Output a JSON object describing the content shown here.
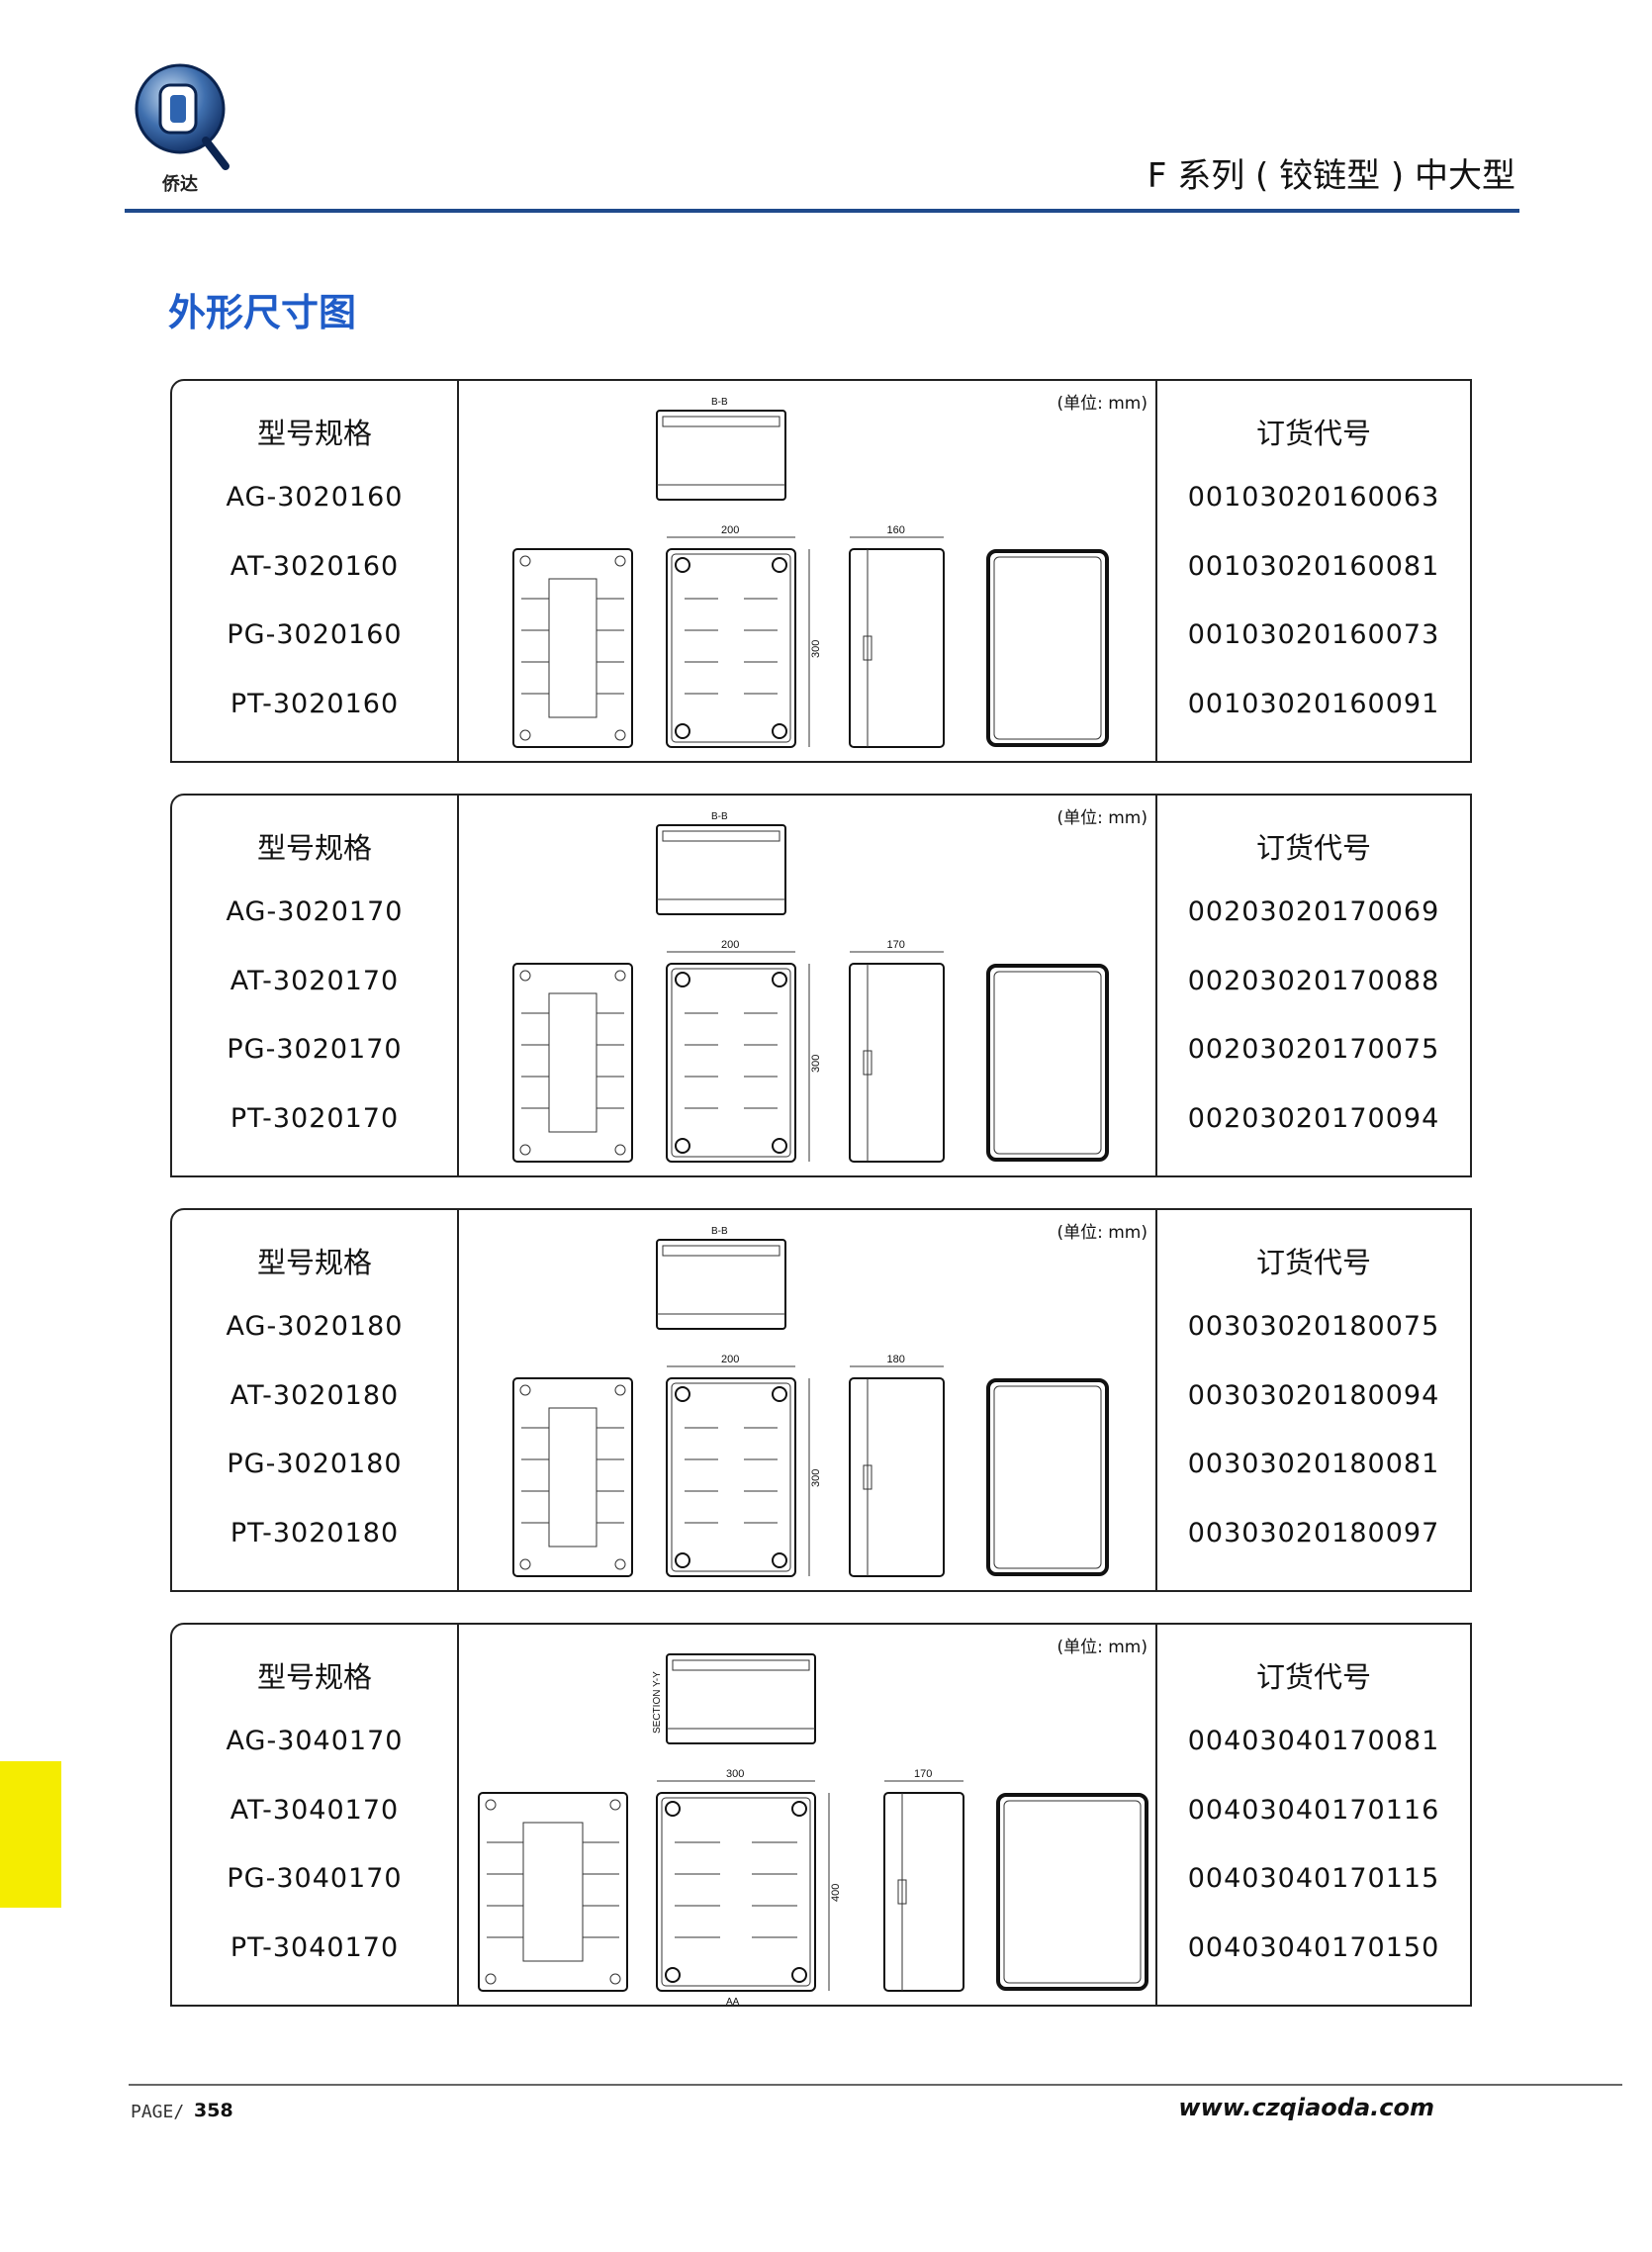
{
  "header": {
    "series_title": "F 系列 ( 铰链型 ) 中大型",
    "logo_text": "侨达"
  },
  "section_heading": "外形尺寸图",
  "labels": {
    "model_header": "型号规格",
    "order_header": "订货代号",
    "unit": "(单位: mm)"
  },
  "panels": [
    {
      "models": [
        "AG-3020160",
        "AT-3020160",
        "PG-3020160",
        "PT-3020160"
      ],
      "codes": [
        "00103020160063",
        "00103020160081",
        "00103020160073",
        "00103020160091"
      ],
      "section_label": "B-B",
      "width_dim": "200",
      "height_dim": "300",
      "depth_dim": "160"
    },
    {
      "models": [
        "AG-3020170",
        "AT-3020170",
        "PG-3020170",
        "PT-3020170"
      ],
      "codes": [
        "00203020170069",
        "00203020170088",
        "00203020170075",
        "00203020170094"
      ],
      "section_label": "B-B",
      "width_dim": "200",
      "height_dim": "300",
      "depth_dim": "170"
    },
    {
      "models": [
        "AG-3020180",
        "AT-3020180",
        "PG-3020180",
        "PT-3020180"
      ],
      "codes": [
        "00303020180075",
        "00303020180094",
        "00303020180081",
        "00303020180097"
      ],
      "section_label": "B-B",
      "width_dim": "200",
      "height_dim": "300",
      "depth_dim": "180"
    },
    {
      "models": [
        "AG-3040170",
        "AT-3040170",
        "PG-3040170",
        "PT-3040170"
      ],
      "codes": [
        "00403040170081",
        "00403040170116",
        "00403040170115",
        "00403040170150"
      ],
      "section_label": "SECTION Y-Y",
      "width_dim": "300",
      "height_dim": "400",
      "depth_dim": "170",
      "bottom_label": "AA"
    }
  ],
  "footer": {
    "page_label": "PAGE/",
    "page_number": "358",
    "website": "www.czqiaoda.com"
  }
}
